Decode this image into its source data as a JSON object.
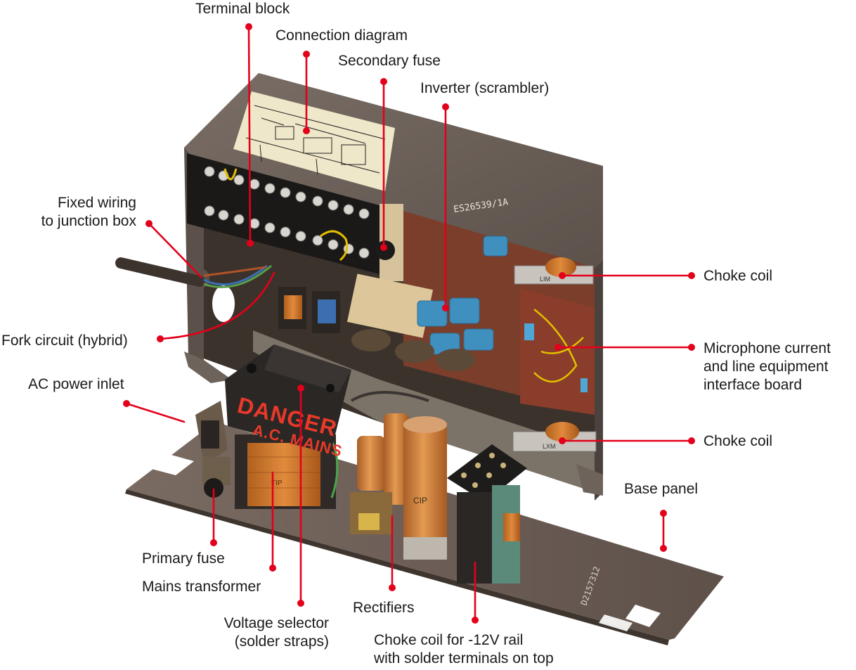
{
  "colors": {
    "leader": "#e3001b",
    "danger_text": "#e8392a",
    "chassis": "#6d625a",
    "chassis_dark": "#4a423c",
    "base_panel": "#6b5d55",
    "copper": "#c87a3a"
  },
  "callouts": {
    "terminal_block": "Terminal block",
    "connection_diagram": "Connection diagram",
    "secondary_fuse": "Secondary fuse",
    "inverter": "Inverter (scrambler)",
    "fixed_wiring": "Fixed wiring\nto junction box",
    "choke_coil_upper": "Choke coil",
    "microphone_board": "Microphone current\nand line equipment\ninterface board",
    "fork_circuit": "Fork circuit (hybrid)",
    "ac_power_inlet": "AC power inlet",
    "choke_coil_lower": "Choke coil",
    "base_panel": "Base panel",
    "primary_fuse": "Primary fuse",
    "mains_transformer": "Mains transformer",
    "rectifiers": "Rectifiers",
    "voltage_selector": "Voltage selector\n(solder straps)",
    "choke_coil_12v": "Choke coil for -12V rail\nwith solder terminals on top"
  },
  "photo_text": {
    "danger_line1": "DANGER",
    "danger_line2": "A.C. MAINS",
    "chassis_marking": "ES26539/1A",
    "base_marking": "D2157312",
    "capacitor_marking": "CIP",
    "choke_marking_upper": "LIM",
    "choke_marking_lower": "LXM",
    "transformer_marking": "TIP"
  }
}
